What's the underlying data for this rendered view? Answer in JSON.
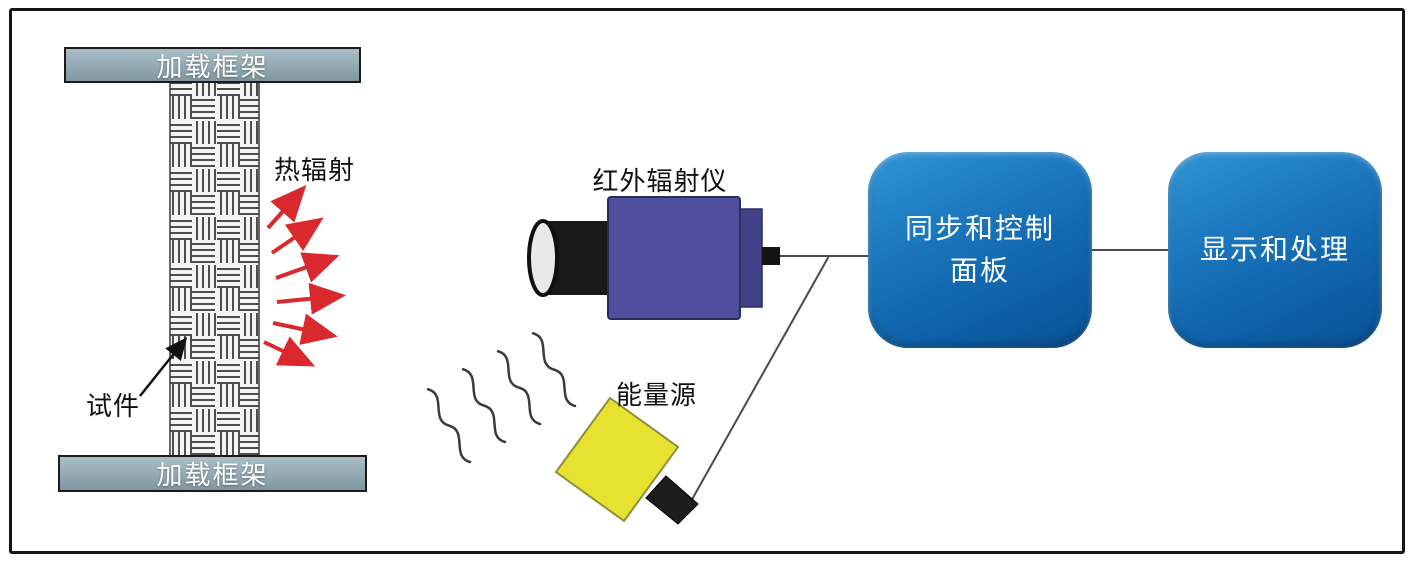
{
  "frame": {
    "load_frame_top": "加载框架",
    "load_frame_bottom": "加载框架"
  },
  "specimen": {
    "label": "试件"
  },
  "radiation": {
    "label": "热辐射"
  },
  "camera": {
    "label": "红外辐射仪"
  },
  "energy": {
    "label": "能量源"
  },
  "panels": {
    "sync": {
      "lines": [
        "同步和控制",
        "面板"
      ]
    },
    "display": {
      "label": "显示和处理"
    }
  },
  "colors": {
    "panel_blue": "#1169b0",
    "camera_body": "#4f4f9d",
    "energy_yellow": "#e7e12f",
    "frame_gray": "#92a8b2",
    "radiation_red": "#d9282e",
    "connector_line": "#4a4a4a"
  }
}
